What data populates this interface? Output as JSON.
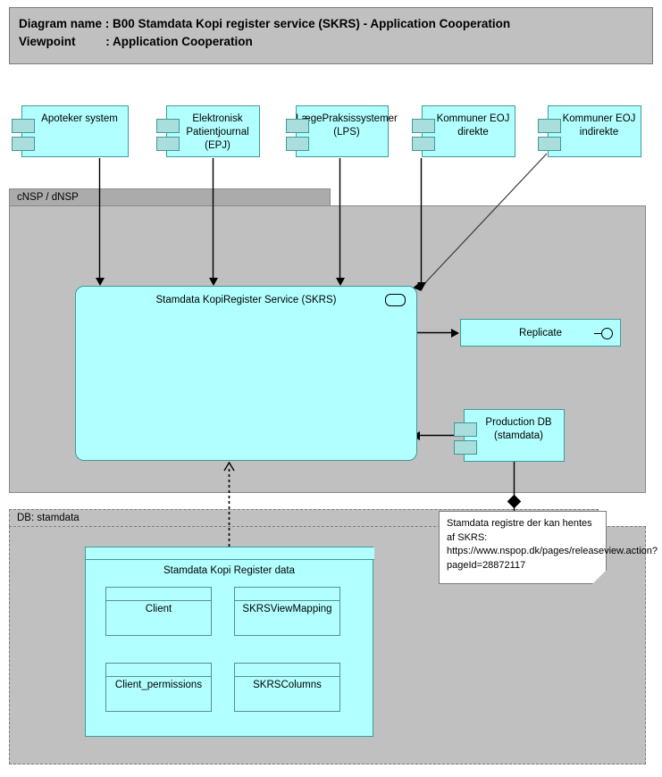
{
  "header": {
    "line1": "Diagram name : B00 Stamdata Kopi register service (SKRS) - Application Cooperation",
    "line2": "Viewpoint         : Application Cooperation"
  },
  "groups": {
    "nsp": {
      "label": "cNSP / dNSP"
    },
    "db": {
      "label": "DB: stamdata"
    }
  },
  "consumers": [
    {
      "label": "Apoteker system"
    },
    {
      "label": "Elektronisk Patientjournal (EPJ)"
    },
    {
      "label": "LægePraksissystemer (LPS)"
    },
    {
      "label": "Kommuner EOJ direkte"
    },
    {
      "label": "Kommuner EOJ indirekte"
    }
  ],
  "service": {
    "label": "Stamdata KopiRegister Service (SKRS)",
    "icon": "application-service-oval-icon"
  },
  "replicate": {
    "label": "Replicate",
    "icon": "provided-interface-lollipop-icon"
  },
  "production_db": {
    "label": "Production DB (stamdata)"
  },
  "note": {
    "text": "Stamdata registre der kan hentes af SKRS: https://www.nspop.dk/pages/releaseview.action?pageId=28872117"
  },
  "package": {
    "title": "Stamdata Kopi Register data",
    "entities": [
      {
        "label": "Client"
      },
      {
        "label": "SKRSViewMapping"
      },
      {
        "label": "Client_permissions"
      },
      {
        "label": "SKRSColumns"
      }
    ]
  },
  "colors": {
    "application_fill": "#b2ffff",
    "application_border": "#3f9a9a",
    "group_fill": "#c0c0c0",
    "group_tab_fill": "#ababab",
    "component_tab_fill": "#a9dedd",
    "note_fill": "#ffffff",
    "connector": "#000000",
    "canvas": "#ffffff"
  }
}
